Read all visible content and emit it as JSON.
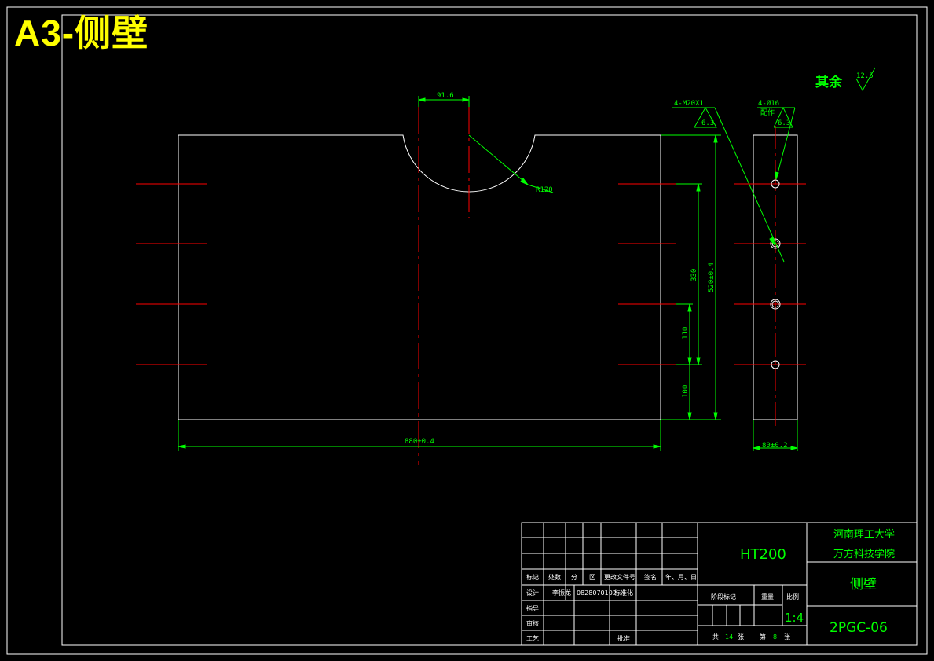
{
  "sheet": {
    "title": "A3-侧壁"
  },
  "annotations": {
    "roughness_label": "其余",
    "roughness_value": "12.5",
    "dim_top": "91.6",
    "dim_radius": "R120",
    "dim_330": "330",
    "dim_520": "520±0.4",
    "dim_110": "110",
    "dim_100": "100",
    "dim_880": "880±0.4",
    "dim_80": "80±0.2",
    "thread_callout": "4-M20X1",
    "hole_callout": "4-Ø16",
    "hole_note": "配作",
    "roughness_thread": "6.3",
    "roughness_hole": "6.3"
  },
  "title_block": {
    "header_row": [
      "标记",
      "处数",
      "分",
      "区",
      "更改文件号",
      "签名",
      "年、月、日"
    ],
    "design_label": "设计",
    "designer": "李振龙",
    "student_id": "0828070102",
    "standardize_label": "标准化",
    "guide_label": "指导",
    "review_label": "审核",
    "process_label": "工艺",
    "approve_label": "批准",
    "material": "HT200",
    "stage_label": "阶段标记",
    "weight_label": "重量",
    "scale_label": "比例",
    "scale_value": "1:4",
    "total_prefix": "共",
    "total_sheets": "14",
    "sheet_unit": "张",
    "page_prefix": "第",
    "page_number": "8",
    "page_unit": "张",
    "school_line1": "河南理工大学",
    "school_line2": "万方科技学院",
    "part_name": "侧壁",
    "drawing_number": "2PGC-06"
  },
  "colors": {
    "outline": "#ffffff",
    "center_line": "#ff0000",
    "dimension": "#00ff00",
    "title": "#ffff00"
  }
}
